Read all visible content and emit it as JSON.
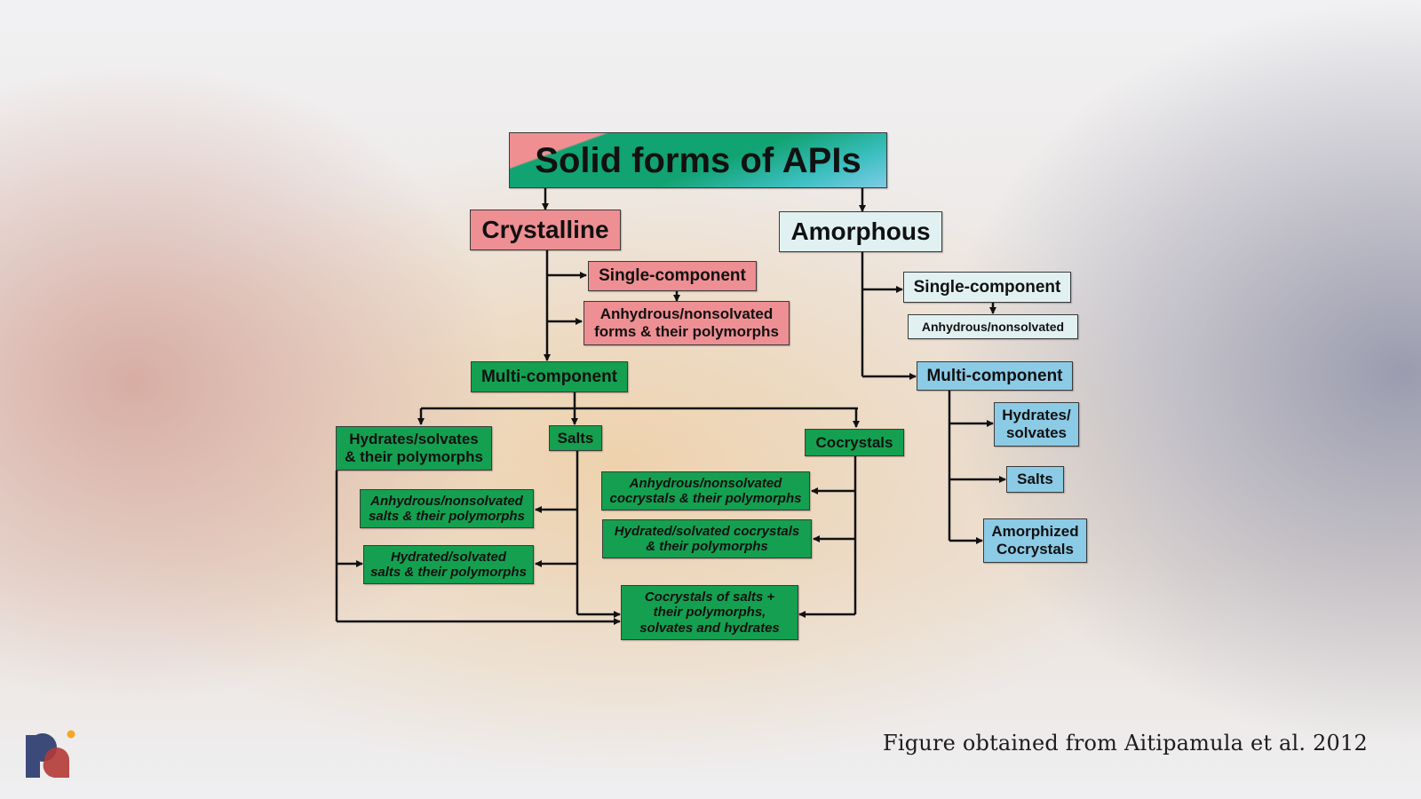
{
  "diagram": {
    "title": "Solid forms of APIs",
    "crystalline": {
      "label": "Crystalline",
      "single_component": "Single-component",
      "anhydrous_forms": [
        "Anhydrous/nonsolvated",
        "forms & their polymorphs"
      ],
      "multi_component": "Multi-component",
      "hydrates_solvates": [
        "Hydrates/solvates",
        "& their polymorphs"
      ],
      "salts": "Salts",
      "cocrystals": "Cocrystals",
      "anhydrous_salts": [
        "Anhydrous/nonsolvated",
        "salts & their polymorphs"
      ],
      "hydrated_salts": [
        "Hydrated/solvated",
        "salts & their polymorphs"
      ],
      "anhydrous_cocrystals": [
        "Anhydrous/nonsolvated",
        "cocrystals & their polymorphs"
      ],
      "hydrated_cocrystals": [
        "Hydrated/solvated cocrystals",
        "& their polymorphs"
      ],
      "cocrystals_of_salts": [
        "Cocrystals of salts +",
        "their polymorphs,",
        "solvates and hydrates"
      ]
    },
    "amorphous": {
      "label": "Amorphous",
      "single_component": "Single-component",
      "anhydrous": "Anhydrous/nonsolvated",
      "multi_component": "Multi-component",
      "hydrates_solvates": [
        "Hydrates/",
        "solvates"
      ],
      "salts": "Salts",
      "amorphized_cocrystals": [
        "Amorphized",
        "Cocrystals"
      ]
    },
    "colors": {
      "crystalline": "#ee8f93",
      "multi_component_crystalline": "#14a050",
      "amorphous": "#e1f1f2",
      "multi_component_amorphous": "#8ccbe6"
    }
  },
  "caption": "Figure obtained from Aitipamula et al. 2012",
  "logo": {
    "name": "brand-logo"
  }
}
